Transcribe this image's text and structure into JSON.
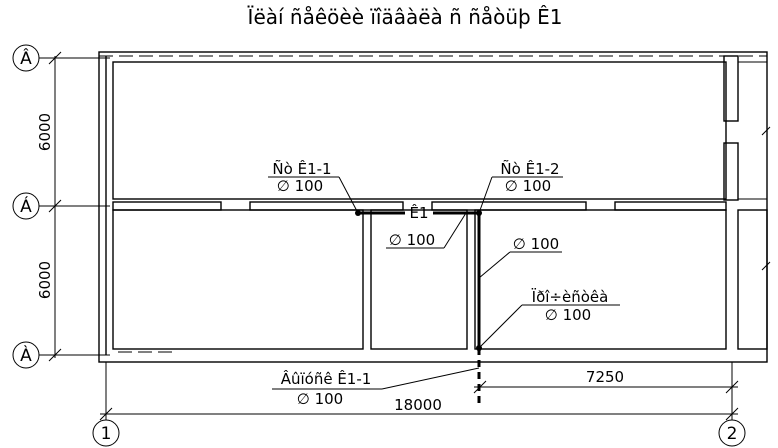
{
  "title": "Ïëàí  ñåêöèè ïîäâàëà ñ ñåòüþ Ê1",
  "axes": {
    "row_top": "Â",
    "row_mid": "Á",
    "row_bot": "À",
    "col_left": "1",
    "col_right": "2"
  },
  "dimensions": {
    "upper_span": "6000",
    "lower_span": "6000",
    "total_length": "18000",
    "outlet_offset": "7250"
  },
  "labels": {
    "riser1_name": "Ñò  Ê1-1",
    "riser1_dia": "∅ 100",
    "riser2_name": "Ñò  Ê1-2",
    "riser2_dia": "∅ 100",
    "network_name": "Ê1",
    "pipe_dia_a": "∅ 100",
    "pipe_dia_b": "∅ 100",
    "cleanout_name": "Ïðî÷èñòêà",
    "cleanout_dia": "∅ 100",
    "outlet_name": "Âûïóñê  Ê1-1",
    "outlet_dia": "∅ 100"
  }
}
